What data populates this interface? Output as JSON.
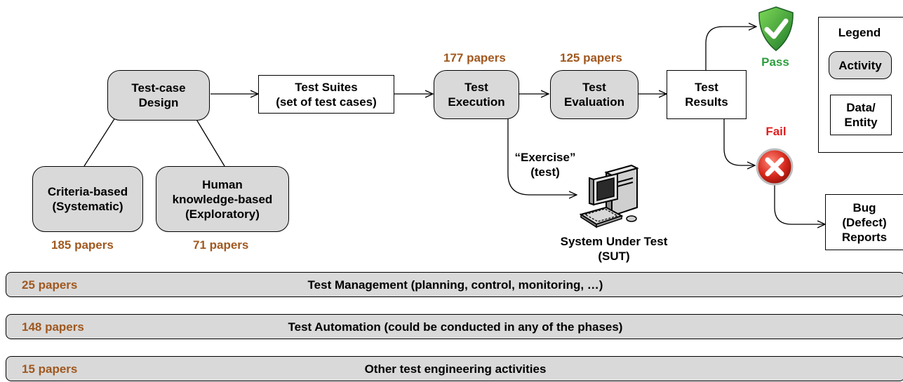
{
  "activities": {
    "test_case_design": "Test-case\nDesign",
    "test_execution": "Test\nExecution",
    "test_evaluation": "Test\nEvaluation",
    "criteria_based": "Criteria-based\n(Systematic)",
    "human_knowledge_based": "Human\nknowledge-based\n(Exploratory)"
  },
  "entities": {
    "test_suites": "Test Suites\n(set of test cases)",
    "test_results": "Test\nResults",
    "bug_reports": "Bug\n(Defect)\nReports"
  },
  "paper_counts": {
    "criteria_based": "185 papers",
    "human_knowledge_based": "71 papers",
    "test_execution": "177 papers",
    "test_evaluation": "125 papers"
  },
  "labels": {
    "exercise": "“Exercise”\n(test)",
    "sut": "System Under Test\n(SUT)",
    "pass": "Pass",
    "fail": "Fail"
  },
  "legend": {
    "title": "Legend",
    "activity": "Activity",
    "data_entity": "Data/\nEntity"
  },
  "bars": [
    {
      "papers": "25 papers",
      "text": "Test Management (planning, control, monitoring, …)"
    },
    {
      "papers": "148 papers",
      "text": "Test Automation (could be conducted in any of the phases)"
    },
    {
      "papers": "15 papers",
      "text": "Other test engineering activities"
    }
  ],
  "colors": {
    "activity_fill": "#d9d9d9",
    "papers_text": "#a0581f",
    "pass_green": "#2e9e3e",
    "fail_red": "#e02020"
  },
  "icons": [
    "shield-check-icon",
    "error-x-icon",
    "computer-icon"
  ]
}
